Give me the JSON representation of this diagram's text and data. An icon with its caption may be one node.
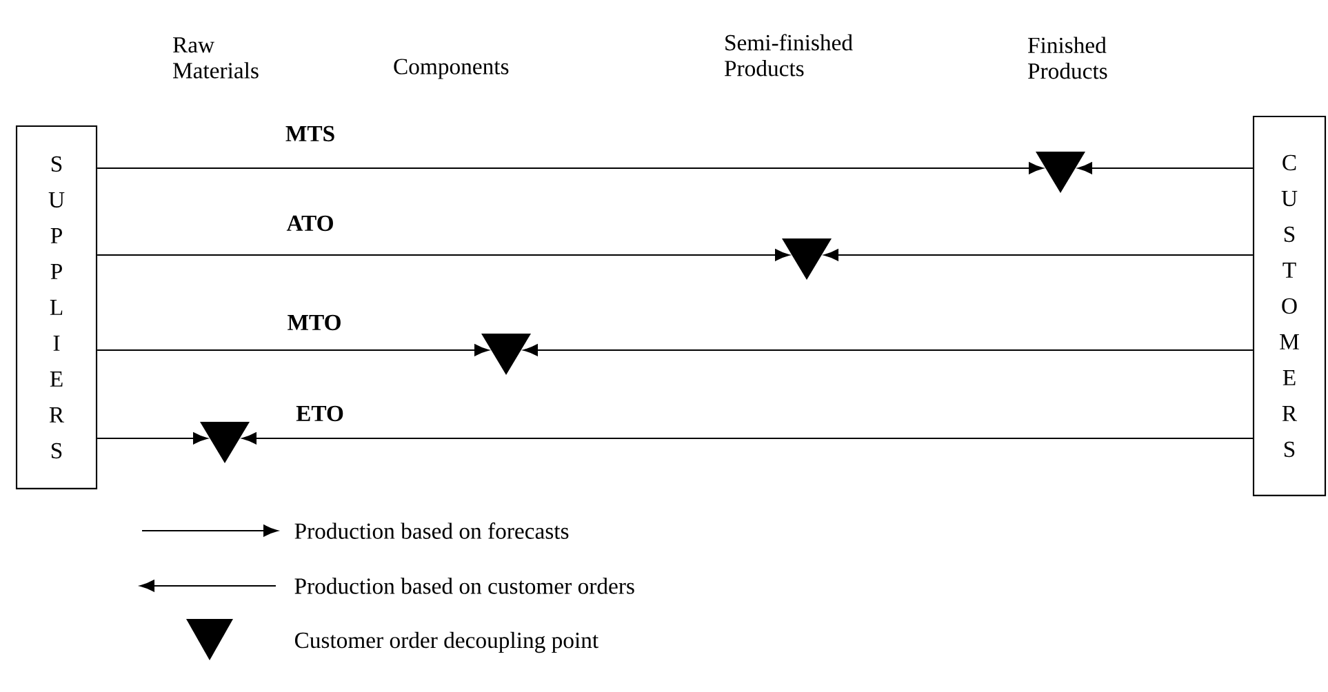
{
  "diagram": {
    "nodes": [
      {
        "text": [
          "S U P P L I E R S"
        ]
      },
      {
        "text": [
          "C U S T O M E R S"
        ]
      },
      {
        "text": [],
        "shape": "triangle"
      },
      {
        "text": [],
        "shape": "triangle"
      },
      {
        "text": [],
        "shape": "triangle"
      },
      {
        "text": [],
        "shape": "triangle"
      }
    ],
    "edges": [
      {
        "from": 0,
        "to": 2,
        "arrow": "to",
        "label": "MTS"
      },
      {
        "from": 1,
        "to": 2,
        "arrow": "to"
      },
      {
        "from": 0,
        "to": 3,
        "arrow": "to",
        "label": "ATO"
      },
      {
        "from": 1,
        "to": 3,
        "arrow": "to"
      },
      {
        "from": 0,
        "to": 4,
        "arrow": "to",
        "label": "MTO"
      },
      {
        "from": 1,
        "to": 4,
        "arrow": "to"
      },
      {
        "from": 0,
        "to": 5,
        "arrow": "to"
      },
      {
        "from": 1,
        "to": 5,
        "arrow": "to",
        "label": "ETO"
      }
    ],
    "labels": [
      "Raw Materials",
      "Components",
      "Semi-finished Products",
      "Finished Products"
    ],
    "legend": [
      {
        "text": "Production based on forecasts"
      },
      {
        "text": "Production based on customer orders"
      },
      {
        "text": "Customer order decoupling point"
      }
    ]
  }
}
